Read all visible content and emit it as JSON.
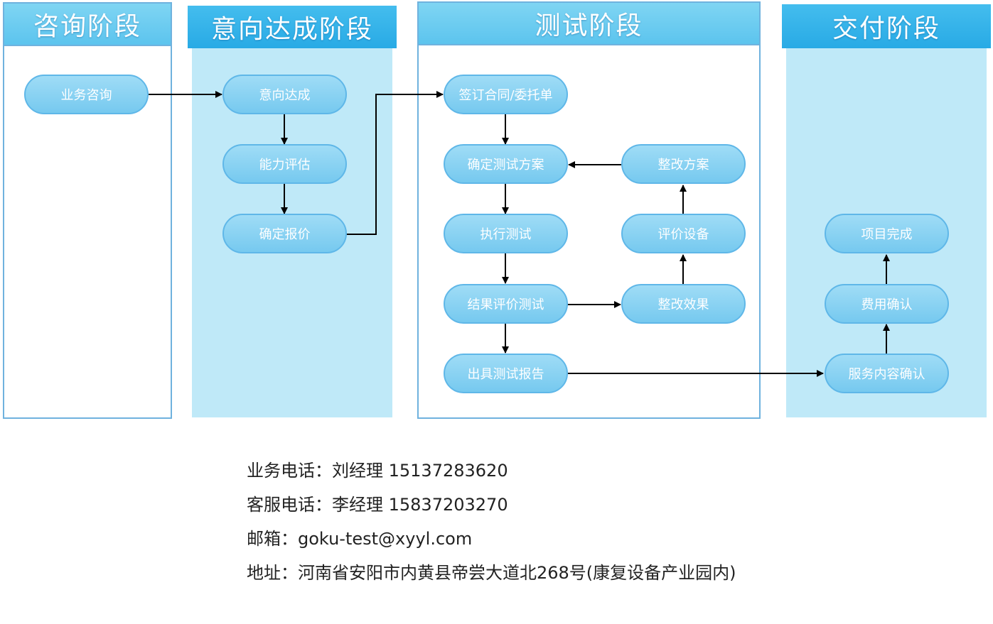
{
  "stages": [
    {
      "title": "咨询阶段"
    },
    {
      "title": "意向达成阶段"
    },
    {
      "title": "测试阶段"
    },
    {
      "title": "交付阶段"
    }
  ],
  "nodes": {
    "consult": "业务咨询",
    "intent": "意向达成",
    "capability": "能力评估",
    "quote": "确定报价",
    "contract": "签订合同/委托单",
    "test_plan": "确定测试方案",
    "run_test": "执行测试",
    "eval_result": "结果评价测试",
    "report": "出具测试报告",
    "fix_plan": "整改方案",
    "eval_equipment": "评价设备",
    "fix_effect": "整改效果",
    "service_confirm": "服务内容确认",
    "fee_confirm": "费用确认",
    "project_done": "项目完成"
  },
  "contact": {
    "phone1_label": "业务电话：",
    "phone1_value": "刘经理 15137283620",
    "phone2_label": "客服电话：",
    "phone2_value": "李经理 15837203270",
    "email_label": "邮箱：",
    "email_value": "goku-test@xyyl.com",
    "address_label": "地址：",
    "address_value": "河南省安阳市内黄县帝尝大道北268号(康复设备产业园内)"
  },
  "colors": {
    "header_light": "#5cc4ee",
    "header_dark": "#28aae5",
    "panel_fill": "#bfe9f8",
    "node_fill": "#8dd4f4",
    "border": "#6fb2de"
  }
}
